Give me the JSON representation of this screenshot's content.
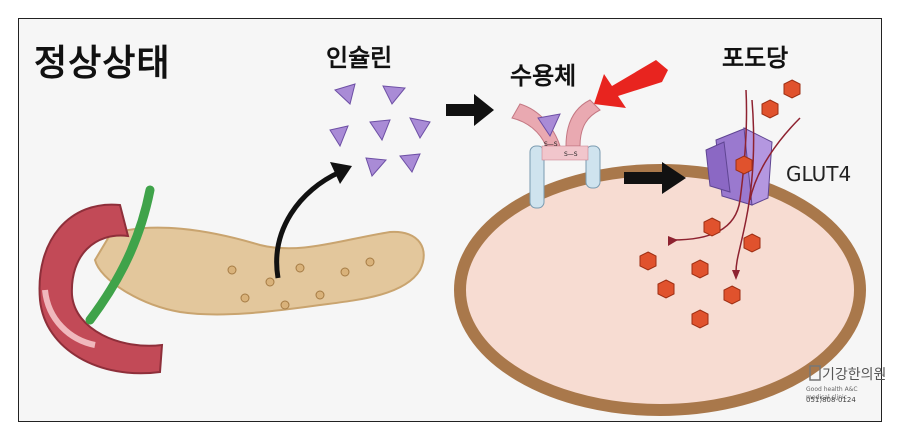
{
  "labels": {
    "main_title": "정상상태",
    "insulin": "인슐린",
    "receptor": "수용체",
    "glucose": "포도당",
    "glut4": "GLUT4",
    "ss": "S—S"
  },
  "logo": {
    "name": "기강한의원",
    "subtitle": "Good health A&C medical clinic",
    "phone": "051)808-0124"
  },
  "colors": {
    "insulin": "#a98bd6",
    "glucose": "#e0522d",
    "cell_fill": "#f7dcd2",
    "cell_border": "#a9784b",
    "pancreas": "#e3c79c",
    "duodenum": "#c24a57",
    "duct": "#3fa34a",
    "arrow_red": "#e8241f",
    "glut4": "#9a79cf"
  }
}
